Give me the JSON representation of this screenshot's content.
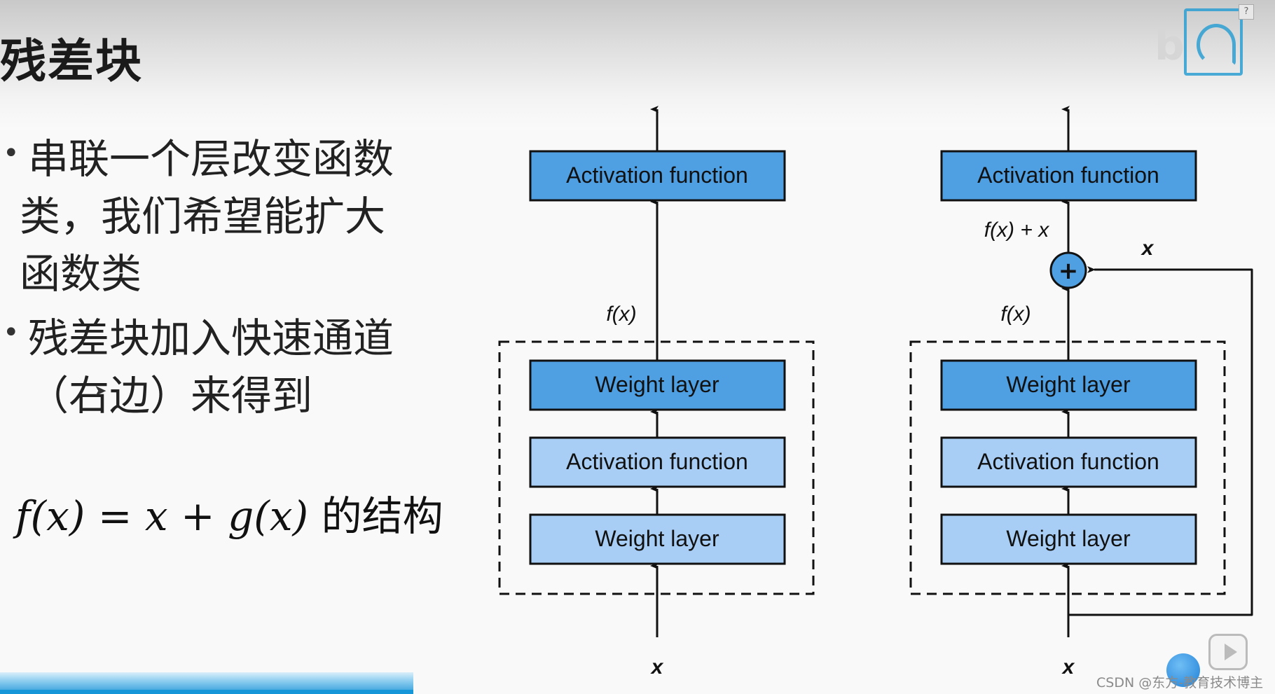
{
  "slide": {
    "title": "残差块"
  },
  "bullets": {
    "b1_line1": "串联一个层改变函数",
    "b1_line2": "类，我们希望能扩大",
    "b1_line3": "函数类",
    "b2_line1": "残差块加入快速通道",
    "b2_line2": "（右边）来得到",
    "formula_math": "f(x) = x + g(x)",
    "formula_suffix": " 的结构"
  },
  "diagram": {
    "box_fill_dark": "#4f9fe3",
    "box_fill_light": "#a8cef5",
    "left_block": {
      "top_box": "Activation function",
      "weight_upper": "Weight layer",
      "activation_mid": "Activation function",
      "weight_lower": "Weight layer",
      "fx_label": "f(x)",
      "input_label": "x"
    },
    "right_block": {
      "top_box": "Activation function",
      "sum_label": "f(x) + x",
      "plus_symbol": "+",
      "shortcut_label": "x",
      "weight_upper": "Weight layer",
      "activation_mid": "Activation function",
      "weight_lower": "Weight layer",
      "fx_label": "f(x)",
      "input_label": "x"
    }
  },
  "watermark": {
    "help_symbol": "?",
    "credit": "CSDN @东方-教育技术博主"
  }
}
